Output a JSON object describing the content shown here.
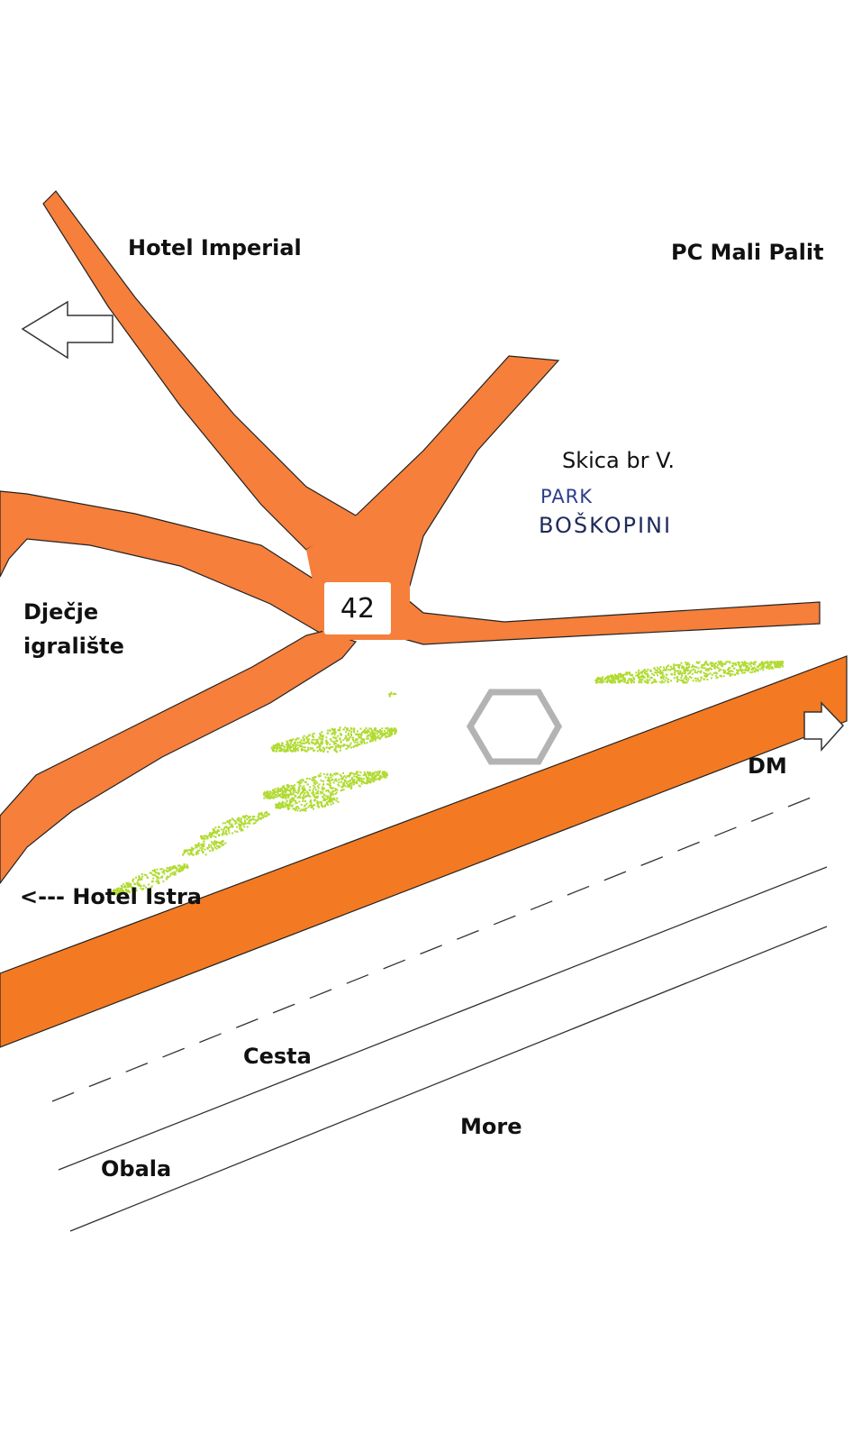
{
  "colors": {
    "road": "#f57f3b",
    "main_road": "#f37a22",
    "greenery": "#a8d71c",
    "hexagon": "#b3b3b3",
    "lines": "#333333",
    "background": "#ffffff"
  },
  "labels": {
    "hotel_imperial": "Hotel Imperial",
    "pc_mali_palit": "PC Mali Palit",
    "sketch_title": "Skica  br  V.",
    "park": "PARK",
    "park_name": "BOŠKOPINI",
    "playground_line1": "Dječje",
    "playground_line2": "igralište",
    "hotel_istra": "<---  Hotel Istra",
    "dm": "DM",
    "cesta": "Cesta",
    "more": "More",
    "obala": "Obala",
    "location_number": "42"
  },
  "icons": {
    "left_arrow": "arrow-left-outline-icon",
    "right_arrow": "arrow-right-outline-icon",
    "hexagon": "hexagon-marker-icon"
  }
}
